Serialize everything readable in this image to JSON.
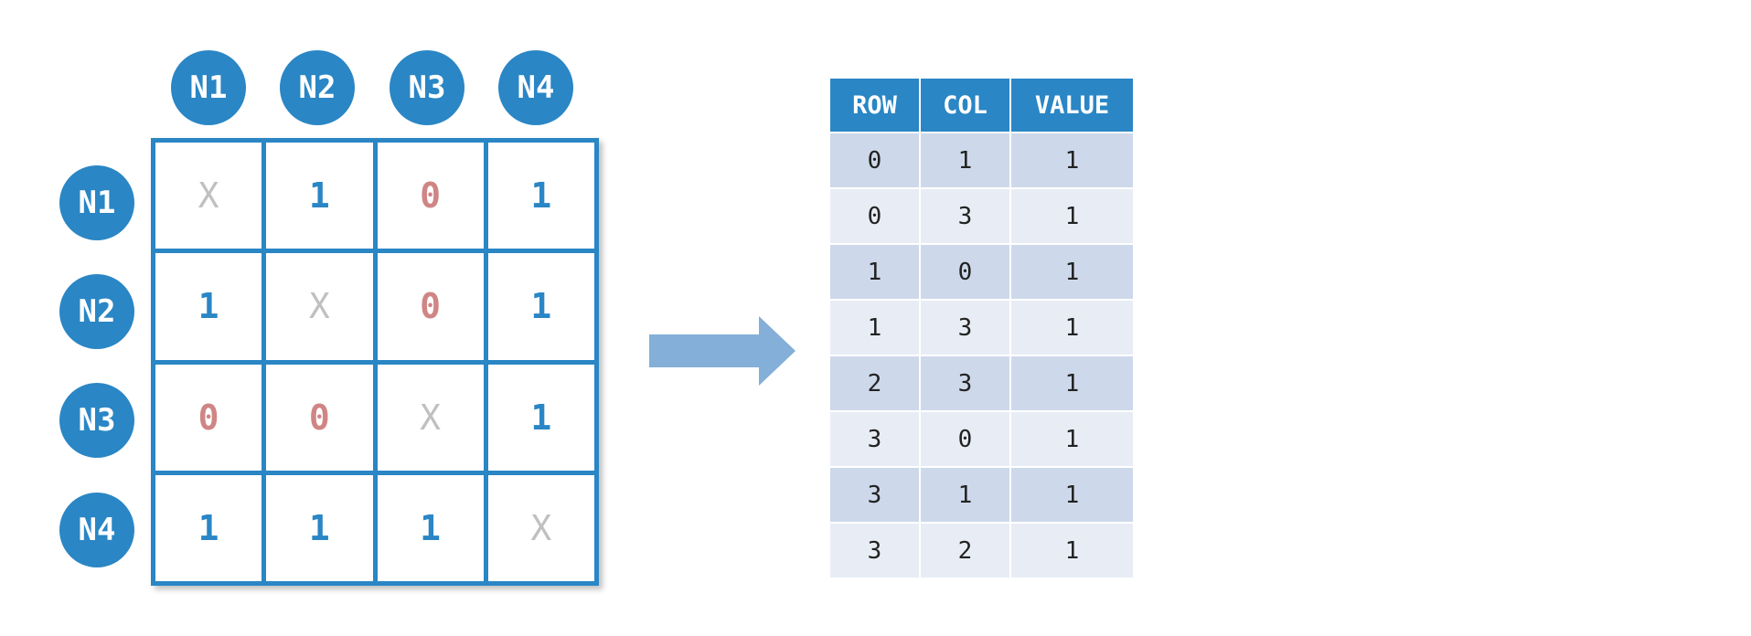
{
  "matrix": {
    "column_labels": [
      "N1",
      "N2",
      "N3",
      "N4"
    ],
    "row_labels": [
      "N1",
      "N2",
      "N3",
      "N4"
    ],
    "cells": [
      [
        "X",
        "1",
        "0",
        "1"
      ],
      [
        "1",
        "X",
        "0",
        "1"
      ],
      [
        "0",
        "0",
        "X",
        "1"
      ],
      [
        "1",
        "1",
        "1",
        "X"
      ]
    ]
  },
  "table": {
    "headers": [
      "ROW",
      "COL",
      "VALUE"
    ],
    "rows": [
      [
        "0",
        "1",
        "1"
      ],
      [
        "0",
        "3",
        "1"
      ],
      [
        "1",
        "0",
        "1"
      ],
      [
        "1",
        "3",
        "1"
      ],
      [
        "2",
        "3",
        "1"
      ],
      [
        "3",
        "0",
        "1"
      ],
      [
        "3",
        "1",
        "1"
      ],
      [
        "3",
        "2",
        "1"
      ]
    ]
  },
  "colors": {
    "accent": "#2a86c5",
    "zero": "#d08585",
    "diagonal": "#c0c0c0",
    "arrow": "#83afd8",
    "row_odd": "#cdd9ea",
    "row_even": "#e8edf5"
  },
  "icons": {
    "arrow": "arrow-right-icon"
  }
}
